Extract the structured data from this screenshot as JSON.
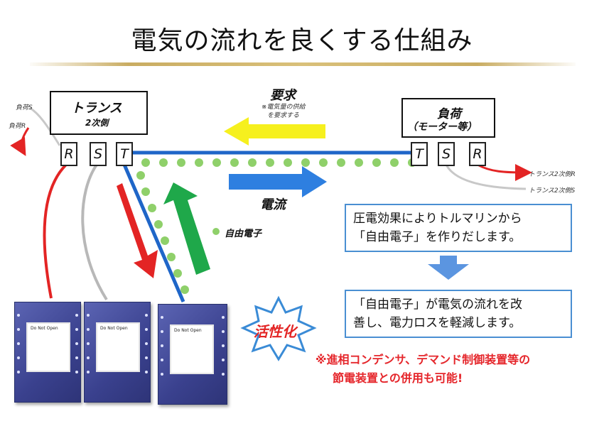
{
  "title": "電気の流れを良くする仕組み",
  "transformer": {
    "name": "トランス",
    "sub": "2次側",
    "terminals": [
      "R",
      "S",
      "T"
    ]
  },
  "load": {
    "name": "負荷",
    "sub": "（モーター等）",
    "terminals": [
      "T",
      "S",
      "R"
    ]
  },
  "left_tags": {
    "s": "負荷S",
    "r": "負荷R"
  },
  "right_tags": {
    "r": "トランス2次側R",
    "s": "トランス2次側S"
  },
  "demand": {
    "label": "要求",
    "note_line1": "※電気量の供給",
    "note_line2": "を要求する"
  },
  "current_label": "電流",
  "free_electron_label": "自由電子",
  "activation_label": "活性化",
  "note1": {
    "line1": "圧電効果によりトルマリンから",
    "line2": "「自由電子」を作りだします。"
  },
  "note2": {
    "line1": "「自由電子」が電気の流れを改",
    "line2": "善し、電力ロスを軽減します。"
  },
  "remark": {
    "line1": "※進相コンデンサ、デマンド制御装置等の",
    "line2": "節電装置との併用も可能!"
  },
  "device_label": "Do Not Open",
  "colors": {
    "blue_line": "#1f66c8",
    "dots": "#8fd06a",
    "red": "#e32424",
    "green": "#1fa84a",
    "yellow": "#f6f01e",
    "remark": "#e5262b"
  }
}
